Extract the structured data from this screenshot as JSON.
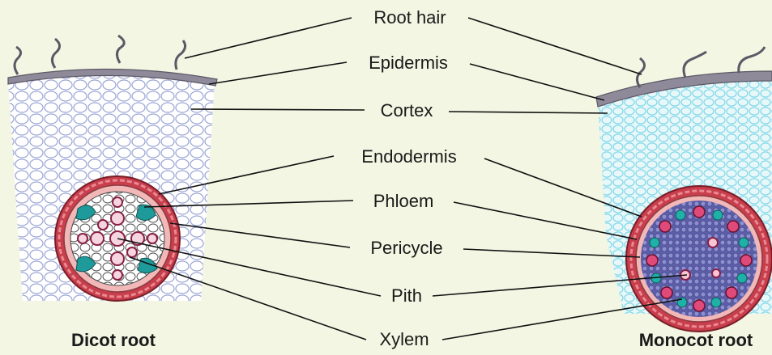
{
  "labels": {
    "root_hair": "Root hair",
    "epidermis": "Epidermis",
    "cortex": "Cortex",
    "endodermis": "Endodermis",
    "phloem": "Phloem",
    "pericycle": "Pericycle",
    "pith": "Pith",
    "xylem": "Xylem"
  },
  "captions": {
    "dicot": "Dicot root",
    "monocot": "Monocot root"
  },
  "colors": {
    "background": "#f2f6e2",
    "dicot_cortex_cells": "#9fa9d6",
    "monocot_cortex_cells": "#7fd8ea",
    "epidermis": "#8f8a9a",
    "endodermis": "#c83e4c",
    "pericycle": "#f2b8b8",
    "phloem": "#1f9a9a",
    "xylem": "#c03060",
    "monocot_pith": "#5c5ea8"
  }
}
